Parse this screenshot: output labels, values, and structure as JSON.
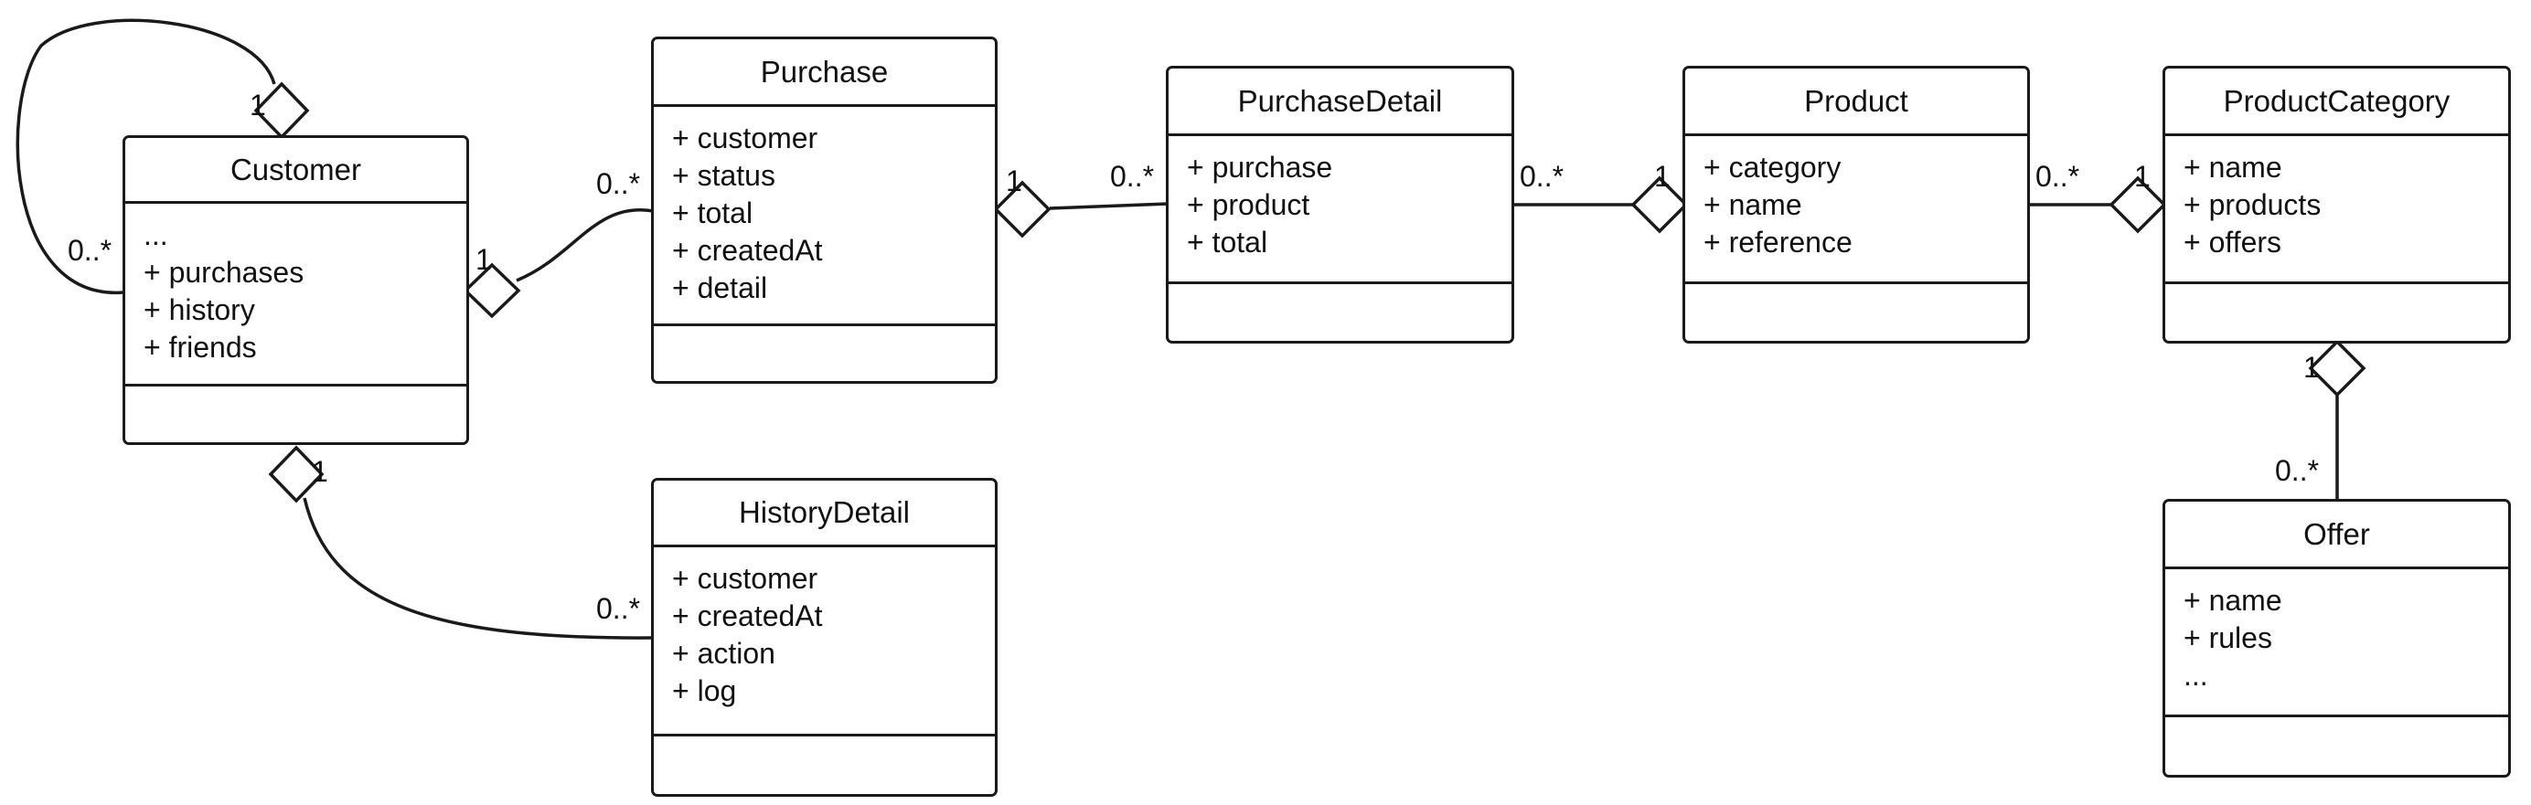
{
  "classes": {
    "customer": {
      "name": "Customer",
      "attributes": [
        "...",
        "+ purchases",
        "+ history",
        "+ friends"
      ]
    },
    "purchase": {
      "name": "Purchase",
      "attributes": [
        "+ customer",
        "+ status",
        "+ total",
        "+ createdAt",
        "+ detail"
      ]
    },
    "purchase_detail": {
      "name": "PurchaseDetail",
      "attributes": [
        "+ purchase",
        "+ product",
        "+ total"
      ]
    },
    "product": {
      "name": "Product",
      "attributes": [
        "+ category",
        "+ name",
        "+ reference"
      ]
    },
    "product_category": {
      "name": "ProductCategory",
      "attributes": [
        "+ name",
        "+ products",
        "+ offers"
      ]
    },
    "history_detail": {
      "name": "HistoryDetail",
      "attributes": [
        "+ customer",
        "+ createdAt",
        "+ action",
        "+ log"
      ]
    },
    "offer": {
      "name": "Offer",
      "attributes": [
        "+ name",
        "+ rules",
        "..."
      ]
    }
  },
  "associations": {
    "customer_friends": {
      "one": "1",
      "many": "0..*"
    },
    "customer_purchase": {
      "one": "1",
      "many": "0..*"
    },
    "customer_history": {
      "one": "1",
      "many": "0..*"
    },
    "purchase_detail": {
      "one": "1",
      "many": "0..*"
    },
    "product_detail": {
      "one": "1",
      "many": "0..*"
    },
    "category_product": {
      "one": "1",
      "many": "0..*"
    },
    "category_offer": {
      "one": "1",
      "many": "0..*"
    }
  }
}
